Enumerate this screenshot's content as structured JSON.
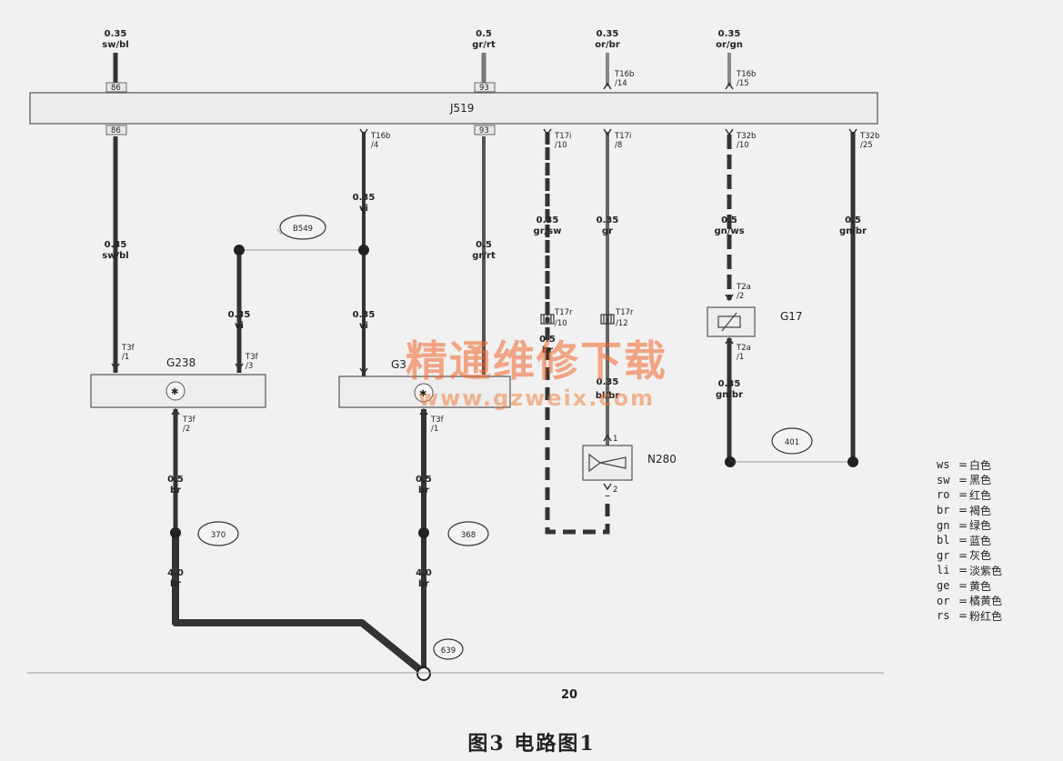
{
  "module": {
    "label": "J519"
  },
  "top_wires": [
    {
      "id": "tw1",
      "size": "0.35",
      "color": "sw/bl"
    },
    {
      "id": "tw2",
      "size": "0.5",
      "color": "gr/rt"
    },
    {
      "id": "tw3",
      "size": "0.35",
      "color": "or/br",
      "pin": "T16b",
      "pin_no": "/14"
    },
    {
      "id": "tw4",
      "size": "0.35",
      "color": "or/gn",
      "pin": "T16b",
      "pin_no": "/15"
    }
  ],
  "module_pins": {
    "top_86": "86",
    "top_93": "93",
    "bot_86": "86",
    "bot_93": "93"
  },
  "bottom_pins": [
    {
      "pin": "T16b",
      "pin_no": "/4"
    },
    {
      "pin": "T17i",
      "pin_no": "/10"
    },
    {
      "pin": "T17i",
      "pin_no": "/8"
    },
    {
      "pin": "T32b",
      "pin_no": "/10"
    },
    {
      "pin": "T32b",
      "pin_no": "/25"
    }
  ],
  "wire_labels": [
    {
      "size": "0.35",
      "color": "sw/bl"
    },
    {
      "size": "0.35",
      "color": "vi"
    },
    {
      "size": "0.35",
      "color": "vi"
    },
    {
      "size": "0.35",
      "color": "vi"
    },
    {
      "size": "0.5",
      "color": "gr/rt"
    },
    {
      "size": "0.35",
      "color": "gr/sw"
    },
    {
      "size": "0.35",
      "color": "gr"
    },
    {
      "size": "0.5",
      "color": "gn/ws"
    },
    {
      "size": "0.5",
      "color": "gn/br"
    },
    {
      "size": "0.5",
      "color": "br"
    },
    {
      "size": "0.35",
      "color": "bl/br"
    },
    {
      "size": "0.35",
      "color": "gn/br"
    },
    {
      "size": "0.5",
      "color": "br"
    },
    {
      "size": "4.0",
      "color": "br"
    },
    {
      "size": "0.5",
      "color": "br"
    },
    {
      "size": "4.0",
      "color": "br"
    }
  ],
  "connectors": [
    {
      "pin": "T3f",
      "pin_no": "/1"
    },
    {
      "pin": "T3f",
      "pin_no": "/3"
    },
    {
      "pin": "T3f",
      "pin_no": "/2"
    },
    {
      "pin": "T3f",
      "pin_no": "/1"
    },
    {
      "pin": "T17r",
      "pin_no": "/10"
    },
    {
      "pin": "T17r",
      "pin_no": "/12"
    },
    {
      "pin": "T2a",
      "pin_no": "/2"
    },
    {
      "pin": "T2a",
      "pin_no": "/1"
    }
  ],
  "components": {
    "g238": "G238",
    "g3": "G3",
    "g17": "G17",
    "n280": "N280"
  },
  "ground_refs": {
    "b549": "B549",
    "r370": "370",
    "r368": "368",
    "r401": "401",
    "r639": "639"
  },
  "page_number": "20",
  "legend": [
    {
      "code": "ws",
      "meaning": "白色"
    },
    {
      "code": "sw",
      "meaning": "黑色"
    },
    {
      "code": "ro",
      "meaning": "红色"
    },
    {
      "code": "br",
      "meaning": "褐色"
    },
    {
      "code": "gn",
      "meaning": "绿色"
    },
    {
      "code": "bl",
      "meaning": "蓝色"
    },
    {
      "code": "gr",
      "meaning": "灰色"
    },
    {
      "code": "li",
      "meaning": "淡紫色"
    },
    {
      "code": "ge",
      "meaning": "黄色"
    },
    {
      "code": "or",
      "meaning": "橘黄色"
    },
    {
      "code": "rs",
      "meaning": "粉红色"
    }
  ],
  "caption": "图3   电路图1",
  "watermark": {
    "title": "精通维修下载",
    "url": "www.gzweix.com"
  }
}
